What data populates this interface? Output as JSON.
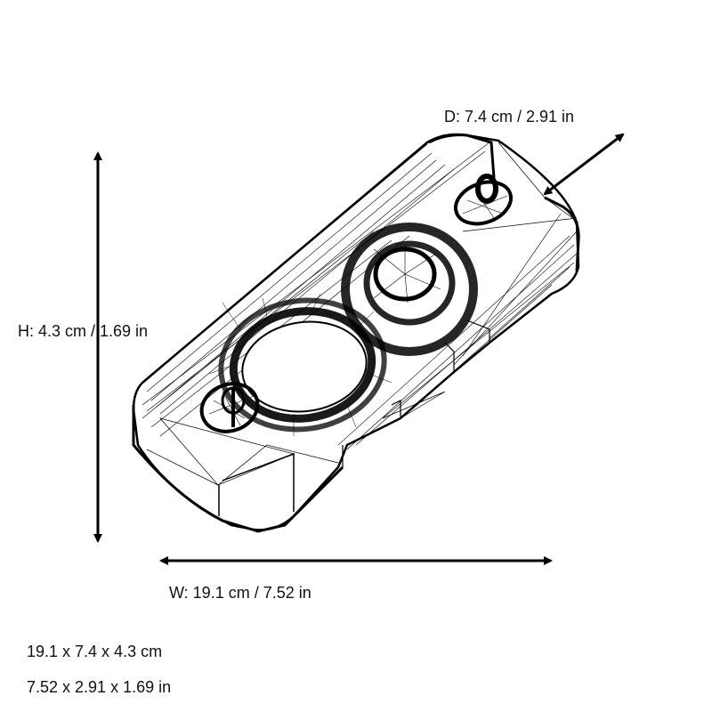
{
  "dimensions": {
    "depth": {
      "label": "D: 7.4 cm / 2.91 in",
      "cm": 7.4,
      "in": 2.91
    },
    "height": {
      "label": "H: 4.3 cm / 1.69 in",
      "cm": 4.3,
      "in": 1.69
    },
    "width": {
      "label": "W: 19.1 cm / 7.52 in",
      "cm": 19.1,
      "in": 7.52
    }
  },
  "summary": {
    "metric": "19.1 x 7.4 x 4.3 cm",
    "imperial": "7.52 x 2.91 x 1.69 in"
  },
  "colors": {
    "line": "#000000",
    "background": "#ffffff"
  }
}
